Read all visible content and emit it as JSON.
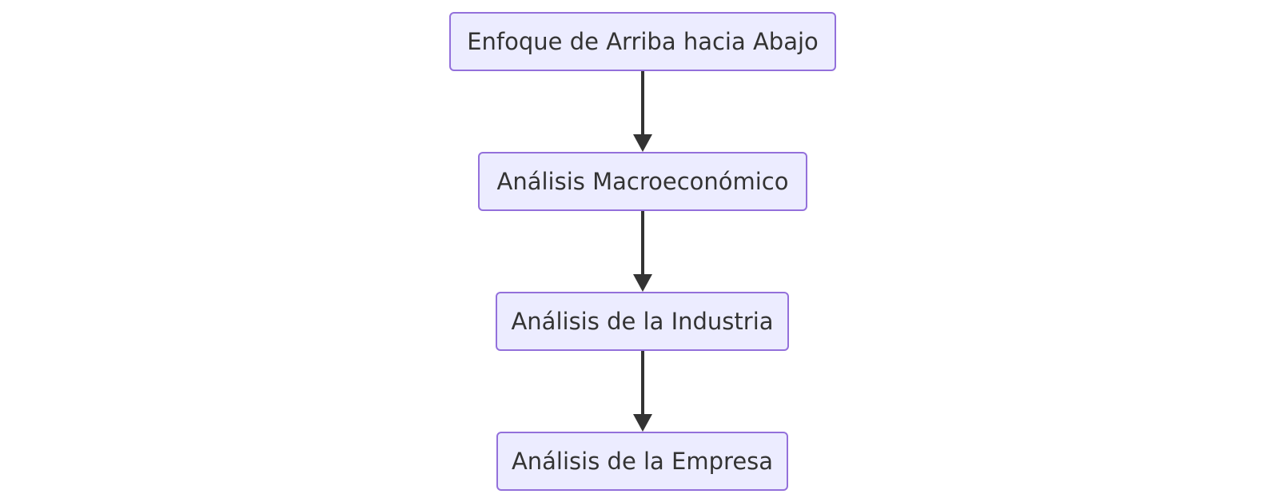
{
  "diagram": {
    "type": "flowchart",
    "direction": "top-to-bottom",
    "colors": {
      "node_fill": "#ECECFF",
      "node_border": "#9370DB",
      "text": "#333333",
      "edge": "#333333"
    },
    "nodes": [
      {
        "id": "n1",
        "label": "Enfoque de Arriba hacia Abajo"
      },
      {
        "id": "n2",
        "label": "Análisis Macroeconómico"
      },
      {
        "id": "n3",
        "label": "Análisis de la Industria"
      },
      {
        "id": "n4",
        "label": "Análisis de la Empresa"
      }
    ],
    "edges": [
      {
        "from": "n1",
        "to": "n2"
      },
      {
        "from": "n2",
        "to": "n3"
      },
      {
        "from": "n3",
        "to": "n4"
      }
    ]
  }
}
